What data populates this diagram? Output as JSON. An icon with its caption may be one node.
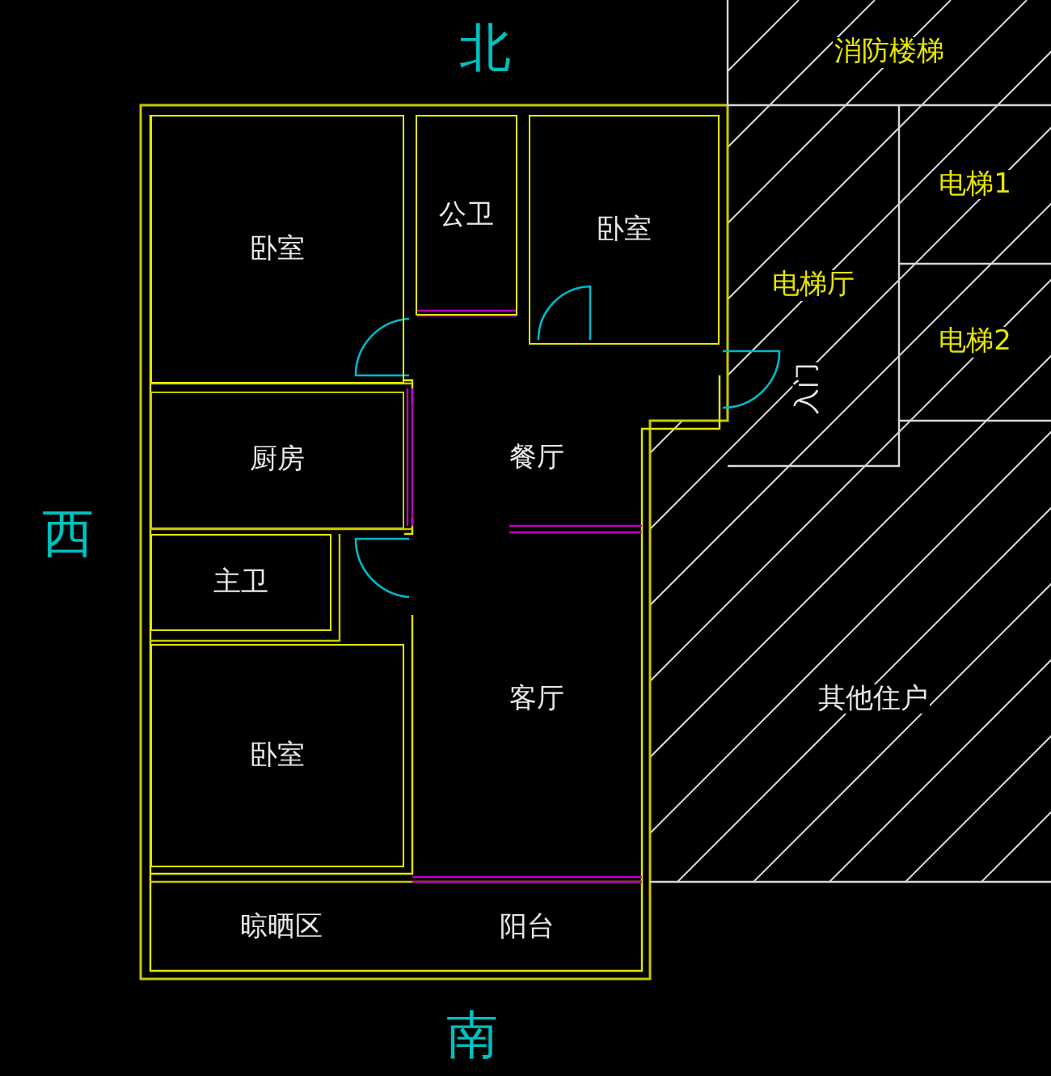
{
  "diagram": {
    "nodes": [
      {
        "text": [
          "消防楼梯"
        ]
      },
      {
        "text": [
          "卧室"
        ]
      },
      {
        "text": [
          "公卫"
        ]
      },
      {
        "text": [
          "卧室"
        ]
      },
      {
        "text": [
          "电梯厅"
        ]
      },
      {
        "text": [
          "电梯1"
        ]
      },
      {
        "text": [
          "电梯2"
        ]
      },
      {
        "text": [
          "厨房"
        ]
      },
      {
        "text": [
          "餐厅"
        ]
      },
      {
        "text": [
          "主卫"
        ]
      },
      {
        "text": [
          "卧室"
        ]
      },
      {
        "text": [
          "客厅"
        ]
      },
      {
        "text": [
          "其他住户"
        ]
      },
      {
        "text": [
          "晾晒区"
        ]
      },
      {
        "text": [
          "阳台"
        ]
      }
    ],
    "labels": [
      "北",
      "西",
      "入门",
      "南"
    ]
  }
}
